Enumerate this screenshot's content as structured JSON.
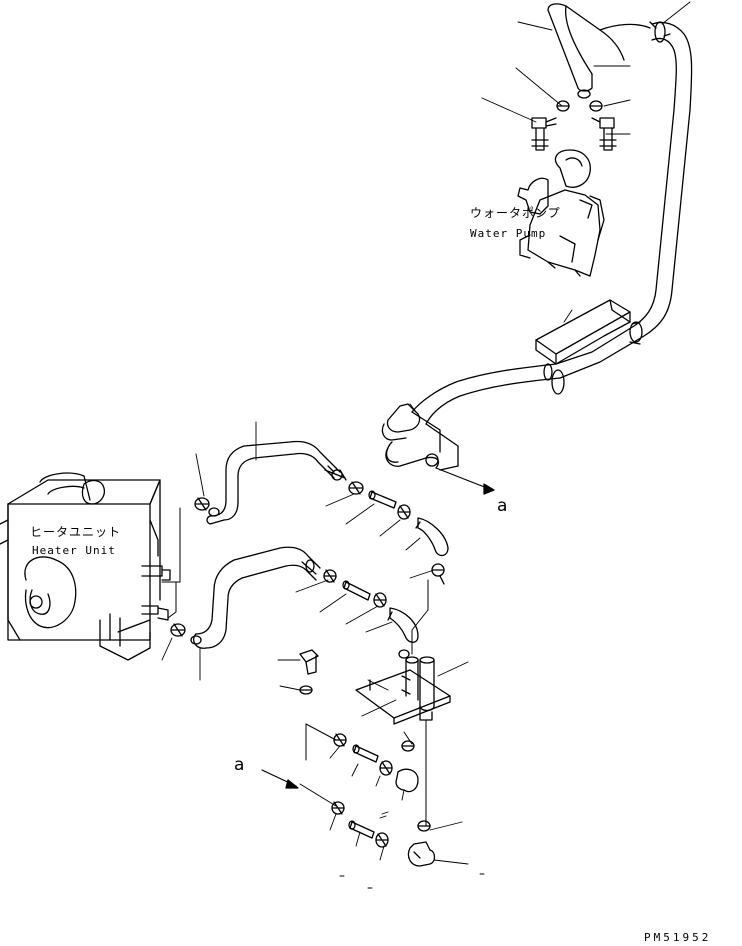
{
  "labels": {
    "water_pump_jp": "ウォータポンプ",
    "water_pump_en": "Water Pump",
    "heater_unit_jp": "ヒータユニット",
    "heater_unit_en": "Heater Unit",
    "ref_a_upper": "a",
    "ref_a_lower": "a",
    "drawing_code": "PM51952"
  },
  "colors": {
    "ink": "#000000",
    "paper": "#ffffff"
  }
}
